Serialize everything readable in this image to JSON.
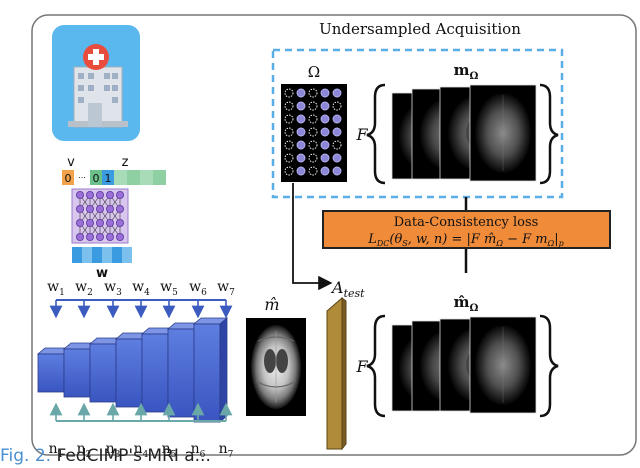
{
  "acquisition": {
    "title": "Undersampled Acquisition",
    "omega_label": "Ω",
    "m_omega_label": "m",
    "m_omega_sub": "Ω",
    "F_label": "F"
  },
  "loss": {
    "title": "Data-Consistency loss",
    "formula_left": "L",
    "formula_left_sub": "DC",
    "formula_args": "(θ",
    "formula_args_sub": "S",
    "formula_rest": ", w, n) = |F m̂",
    "formula_rest_sub": "Ω",
    "formula_minus": " − F m",
    "formula_minus_sub": "Ω",
    "formula_end": "|",
    "formula_end_sub": "p",
    "colors": {
      "fill": "#f08b3a",
      "border": "#222222"
    }
  },
  "a_test": {
    "base": "A",
    "sub": "test"
  },
  "m_hat": {
    "label": "m̂"
  },
  "m_hat_omega": {
    "base": "m̂",
    "sub": "Ω",
    "F_label": "F"
  },
  "embedding": {
    "v_label": "v",
    "z_label": "z",
    "digits": [
      "0",
      "0",
      "1"
    ],
    "dots": "...",
    "w_label": "w"
  },
  "weights": {
    "w_base": "w",
    "w_subs": [
      "1",
      "2",
      "3",
      "4",
      "5",
      "6",
      "7"
    ],
    "n_base": "n",
    "n_subs": [
      "1",
      "2",
      "3",
      "4",
      "5",
      "6",
      "7"
    ]
  },
  "caption": {
    "label": "Fig. 2.",
    "text": " FedCIMP's MRI a..."
  },
  "colors": {
    "accent_blue": "#3b5bbf",
    "arrow_teal": "#6aa7a8",
    "dashed_blue": "#5aaee8",
    "mask_purple": "#8c87d8",
    "network_purple": "#b08ad8",
    "embed_green": "#6cc08a",
    "embed_orange": "#f2a24a",
    "embed_blue": "#3a9be0",
    "bar_gold": "#b08b3a"
  },
  "icons": [
    "hospital-icon",
    "mri-brain-image",
    "kspace-mask-icon",
    "neural-network-icon"
  ]
}
